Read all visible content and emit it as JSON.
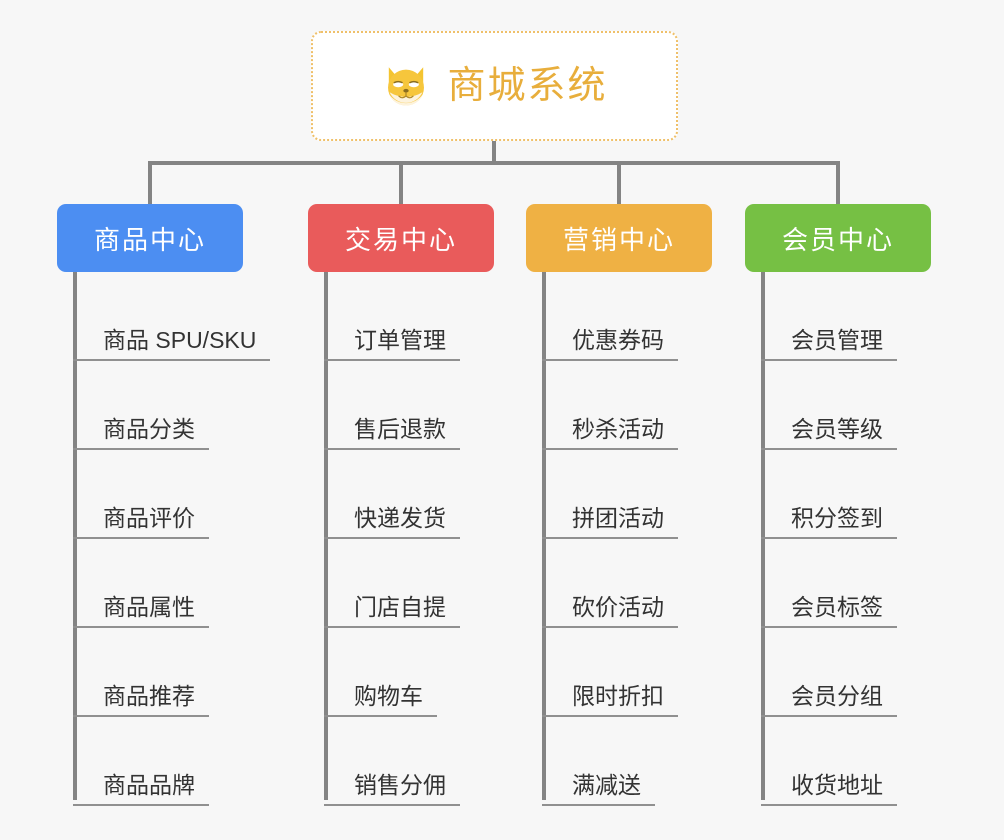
{
  "diagram": {
    "type": "org-tree",
    "background_color": "#f7f7f7",
    "connector_color": "#848484",
    "leaf_text_color": "#333333",
    "leaf_rule_color": "#909090"
  },
  "root": {
    "title": "商城系统",
    "icon": "shiba-dog-face-icon",
    "title_color": "#e8ae3c",
    "border_color": "#efc06a",
    "background_color": "#ffffff"
  },
  "categories": [
    {
      "label": "商品中心",
      "color": "#4c8ef2",
      "width": 186,
      "items": [
        "商品 SPU/SKU",
        "商品分类",
        "商品评价",
        "商品属性",
        "商品推荐",
        "商品品牌"
      ]
    },
    {
      "label": "交易中心",
      "color": "#e95b5b",
      "width": 186,
      "items": [
        "订单管理",
        "售后退款",
        "快递发货",
        "门店自提",
        "购物车",
        "销售分佣"
      ]
    },
    {
      "label": "营销中心",
      "color": "#efb144",
      "width": 186,
      "items": [
        "优惠券码",
        "秒杀活动",
        "拼团活动",
        "砍价活动",
        "限时折扣",
        "满减送"
      ]
    },
    {
      "label": "会员中心",
      "color": "#76c044",
      "width": 186,
      "items": [
        "会员管理",
        "会员等级",
        "积分签到",
        "会员标签",
        "会员分组",
        "收货地址"
      ]
    }
  ]
}
